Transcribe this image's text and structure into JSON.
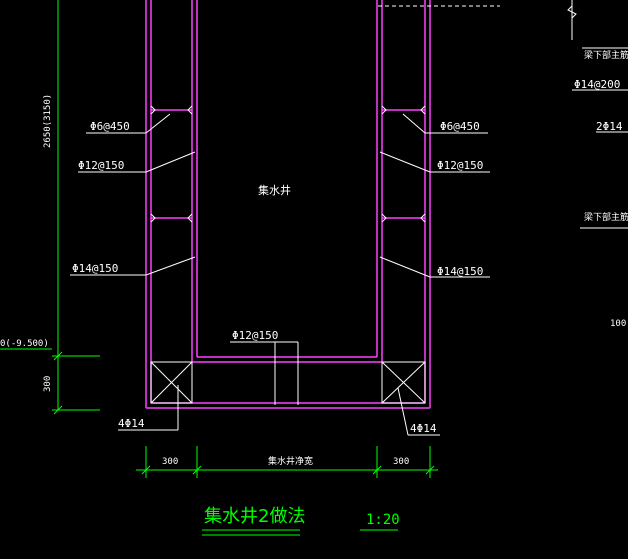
{
  "colors": {
    "background": "#000000",
    "outline": "#ff40ff",
    "rebar": "#ffffff",
    "dimension": "#00ff00",
    "leader": "#ffffff",
    "text": "#ffffff",
    "title": "#00ff00"
  },
  "labels": {
    "vertical_dim": "2650(3150)",
    "elevation_left": "0(-9.500)",
    "dim_300_side": "300",
    "pit_name": "集水井",
    "ring_top_left": "Φ6@450",
    "ring_top_right": "Φ6@450",
    "wall_left_1": "Φ12@150",
    "wall_right_1": "Φ12@150",
    "wall_left_2": "Φ14@150",
    "wall_right_2": "Φ14@150",
    "bottom_center": "Φ12@150",
    "corner_left": "4Φ14",
    "corner_right": "4Φ14",
    "dim_left": "300",
    "dim_mid": "集水井净宽",
    "dim_right": "300",
    "title": "集水井2做法",
    "scale": "1:20"
  },
  "right_panel": {
    "label_1": "梁下部主筋",
    "label_2": "Φ14@200",
    "label_3": "2Φ14",
    "label_4": "梁下部主筋",
    "label_5": "100"
  }
}
